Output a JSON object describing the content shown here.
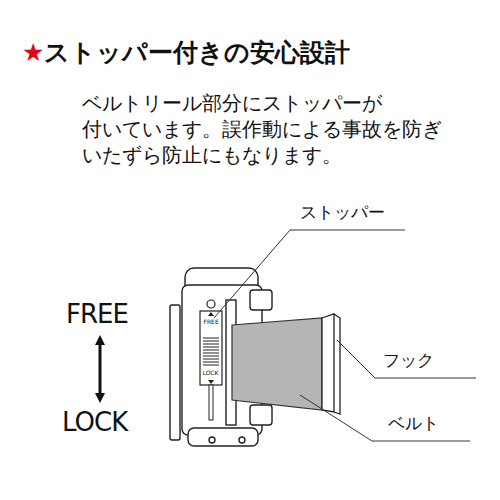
{
  "diagram": {
    "title": "★ストッパー付きの安心設計",
    "labels": [
      "ベルトリール部分にストッパーが 付いています。誤作動による事故を防ぎ いたずら防止にもなります。",
      "ストッパー",
      "FREE",
      "FREE",
      "フック",
      "LOCK",
      "LOCK",
      "ベルト"
    ]
  }
}
